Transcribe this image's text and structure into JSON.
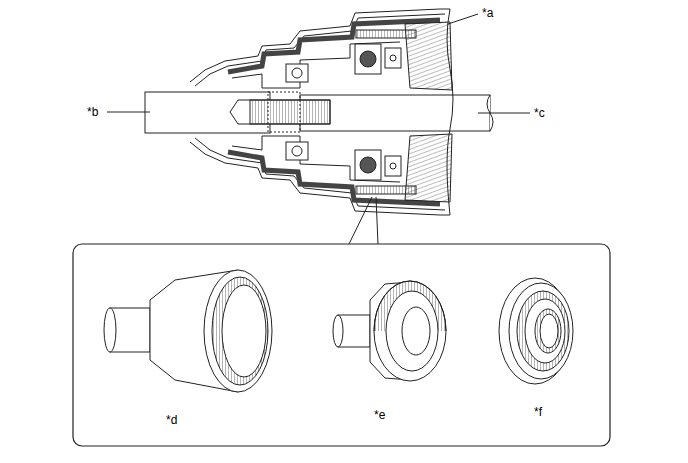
{
  "diagram": {
    "labels": [
      "*a",
      "*b",
      "*c",
      "*d",
      "*e",
      "*f"
    ]
  }
}
